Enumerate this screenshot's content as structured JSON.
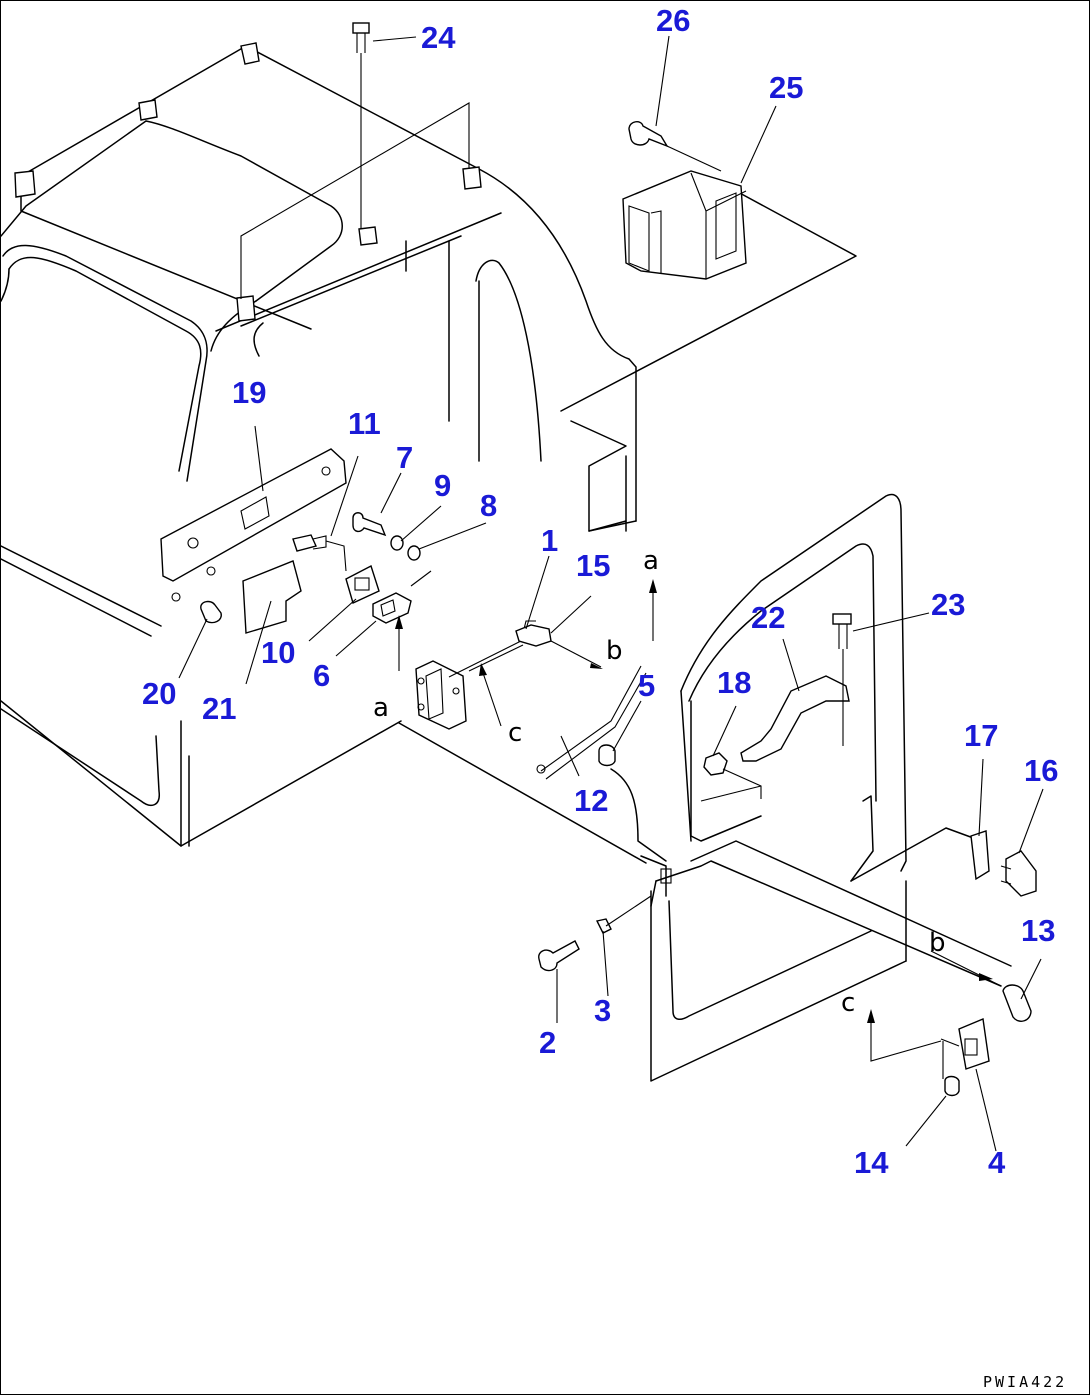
{
  "diagram": {
    "drawing_code": "PWIA422",
    "callouts": [
      "1",
      "2",
      "3",
      "4",
      "5",
      "6",
      "7",
      "8",
      "9",
      "10",
      "11",
      "12",
      "13",
      "14",
      "15",
      "16",
      "17",
      "18",
      "19",
      "20",
      "21",
      "22",
      "23",
      "24",
      "25",
      "26"
    ],
    "connectors": [
      "a",
      "b",
      "c",
      "a",
      "b",
      "c"
    ]
  }
}
